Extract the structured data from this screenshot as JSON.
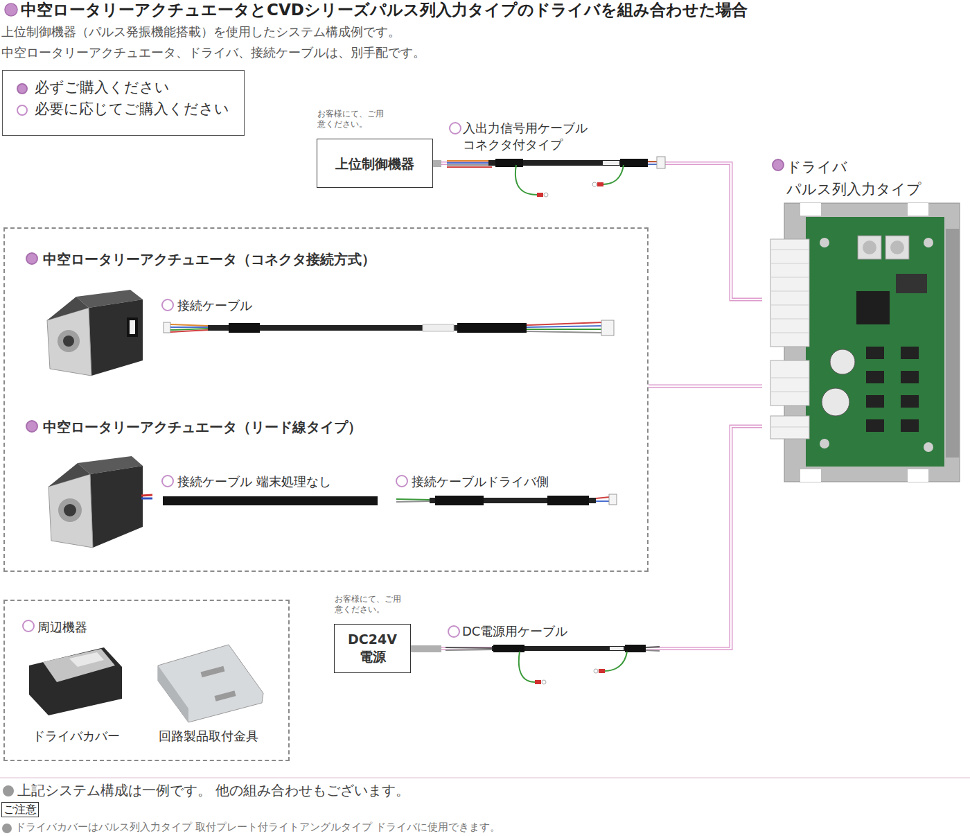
{
  "diagram": {
    "title": "中空ロータリーアクチュエータとCVDシリーズパルス列入力タイプのドライバを組み合わせた場合",
    "nodes": [
      {
        "text": [
          "お客様にて、ご用意ください。",
          "上位制御機器"
        ]
      },
      {
        "text": [
          "ドライバ パルス列入力タイプ"
        ]
      },
      {
        "text": [
          "中空ロータリーアクチュエータ（コネクタ接続方式）",
          "接続ケーブル",
          "中空ロータリーアクチュエータ（リード線タイプ）",
          "接続ケーブル 端末処理なし",
          "接続ケーブルドライバ側"
        ]
      },
      {
        "text": [
          "周辺機器",
          "ドライバカバー",
          "回路製品取付金具"
        ]
      },
      {
        "text": [
          "お客様にて、ご用意ください。",
          "DC24V 電源"
        ]
      }
    ],
    "edges": [
      {
        "from": 0,
        "to": 1,
        "arrow": "none",
        "label": "入出力信号用ケーブル コネクタ付タイプ"
      },
      {
        "from": 2,
        "to": 1,
        "arrow": "none"
      },
      {
        "from": 4,
        "to": 1,
        "arrow": "none",
        "label": "DC電源用ケーブル"
      }
    ],
    "labels": [
      "上位制御機器（パルス発振機能搭載）を使用したシステム構成例です。",
      "中空ロータリーアクチュエータ、ドライバ、接続ケーブルは、別手配です。",
      "上記システム構成は一例です。 他の組み合わせもございます。",
      "ご注意",
      "ドライバカバーはパルス列入力タイプ 取付プレート付ライトアングルタイプ ドライバに使用できます。"
    ],
    "legend": [
      {
        "text": "必ずご購入ください",
        "color": "#c58fc9"
      },
      {
        "text": "必要に応じてご購入ください"
      }
    ]
  }
}
